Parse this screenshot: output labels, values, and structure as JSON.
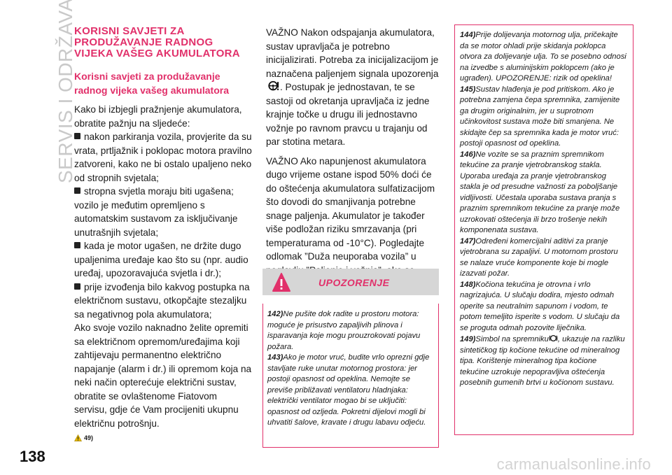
{
  "side_title": "SERVIS I ODRŽAVANJE",
  "page_number": "138",
  "watermark": "carmanualsonline.info",
  "col1": {
    "heading": "KORISNI SAVJETI ZA PRODUŽAVANJE RADNOG VIJEKA VAŠEG AKUMULATORA",
    "subheading": "Korisni savjeti za produžavanje radnog vijeka vašeg akumulatora",
    "intro": "Kako bi izbjegli pražnjenje akumulatora, obratite pažnju na sljedeće:",
    "bullets": [
      "nakon parkiranja vozila, provjerite da su vrata, prtljažnik i poklopac motora pravilno zatvoreni, kako ne bi ostalo upaljeno neko od stropnih svjetala;",
      "stropna svjetla moraju biti ugašena; vozilo je međutim opremljeno s automatskim sustavom za isključivanje unutrašnjih svjetala;",
      "kada je motor ugašen, ne držite dugo upaljenima uređaje kao što su (npr. audio uređaj, upozoravajuća svjetla i dr.);",
      "prije izvođenja bilo kakvog postupka na električnom sustavu, otkopčajte stezaljku sa negativnog pola akumulatora;"
    ],
    "closing": "Ako svoje vozilo naknadno želite opremiti sa električnom opremom/uređajima koji zahtijevaju permanentno električno napajanje (alarm i dr.) ili opremom koja na neki način opterećuje električni sustav, obratite se ovlaštenome Fiatovom servisu, gdje će Vam procijeniti ukupnu električnu potrošnju.",
    "warning_ref": "49)"
  },
  "col2": {
    "p1_before_icon": "VAŽNO Nakon odspajanja akumulatora, sustav upravljača je potrebno inicijalizirati. Potreba za inicijalizacijom je naznačena paljenjem signala upozorenja",
    "p1_after_icon": ". Postupak je jednostavan, te se sastoji od okretanja upravljača iz jedne krajnje točke u drugu ili jednostavno vožnje po ravnom pravcu u trajanju od par stotina metara.",
    "p2": "VAŽNO Ako napunjenost akumulatora dugo vrijeme ostane ispod 50% doći će do oštećenja akumulatora sulfatizacijom što dovodi do smanjivanja potrebne snage paljenja. Akumulator je također više podložan riziku smrzavanja (pri temperaturama od -10°C). Pogledajte odlomak ”Duža neuporaba vozila” u poglavlju ”Paljenje i vožnja”, ako se vozilo duže vrijeme neće voziti.",
    "warning_title": "UPOZORENJE",
    "notes": [
      {
        "num": "142)",
        "text": "Ne pušite dok radite u prostoru motora: moguće je prisustvo zapaljivih plinova i isparavanja koje mogu prouzrokovati pojavu požara."
      },
      {
        "num": "143)",
        "text": "Ako je motor vruć, budite vrlo oprezni gdje stavljate ruke unutar motornog prostora: jer postoji opasnost od opeklina. Nemojte se previše približavati ventilatoru hladnjaka: električki ventilator mogao bi se uključiti: opasnost od ozljeda. Pokretni dijelovi mogli bi uhvatiti šalove, kravate i drugu labavu odjeću."
      }
    ]
  },
  "col3": {
    "notes": [
      {
        "num": "144)",
        "text": "Prije dolijevanja motornog ulja, pričekajte da se motor ohladi prije skidanja poklopca otvora za dolijevanje ulja. To se posebno odnosi na izvedbe s aluminijskim poklopcem (ako je ugrađen). UPOZORENJE: rizik od opeklina!"
      },
      {
        "num": "145)",
        "text": "Sustav hlađenja je pod pritiskom. Ako je potrebna zamjena čepa spremnika, zamijenite ga drugim originalnim, jer u suprotnom učinkovitost sustava može biti smanjena. Ne skidajte čep sa spremnika kada je motor vruć: postoji opasnost od opeklina."
      },
      {
        "num": "146)",
        "text": "Ne vozite se sa praznim spremnikom tekućine za pranje vjetrobranskog stakla. Uporaba uređaja za pranje vjetrobranskog stakla je od presudne važnosti za poboljšanje vidljivosti. Učestala uporaba sustava pranja s praznim spremnikom tekućine za pranje može uzrokovati oštećenja ili brzo trošenje nekih komponenata sustava."
      },
      {
        "num": "147)",
        "text": "Određeni komercijalni aditivi za pranje vjetrobrana su zapaljivi. U motornom prostoru se nalaze vruće komponente koje bi mogle izazvati požar."
      },
      {
        "num": "148)",
        "text": "Kočiona tekućina je otrovna i vrlo nagrizajuća. U slučaju dodira, mjesto odmah operite sa neutralnim sapunom i vodom, te potom temeljito isperite s vodom. U slučaju da se proguta odmah pozovite liječnika."
      }
    ],
    "note149_num": "149)",
    "note149_before_icon": "Simbol na spremniku",
    "note149_after_icon": ", ukazuje na razliku sintetičkog tip kočione tekućine od mineralnog tipa. Korištenje mineralnog tipa kočione tekućine uzrokuje nepopravljiva oštećenja posebnih gumenih brtvi u kočionom sustavu."
  }
}
